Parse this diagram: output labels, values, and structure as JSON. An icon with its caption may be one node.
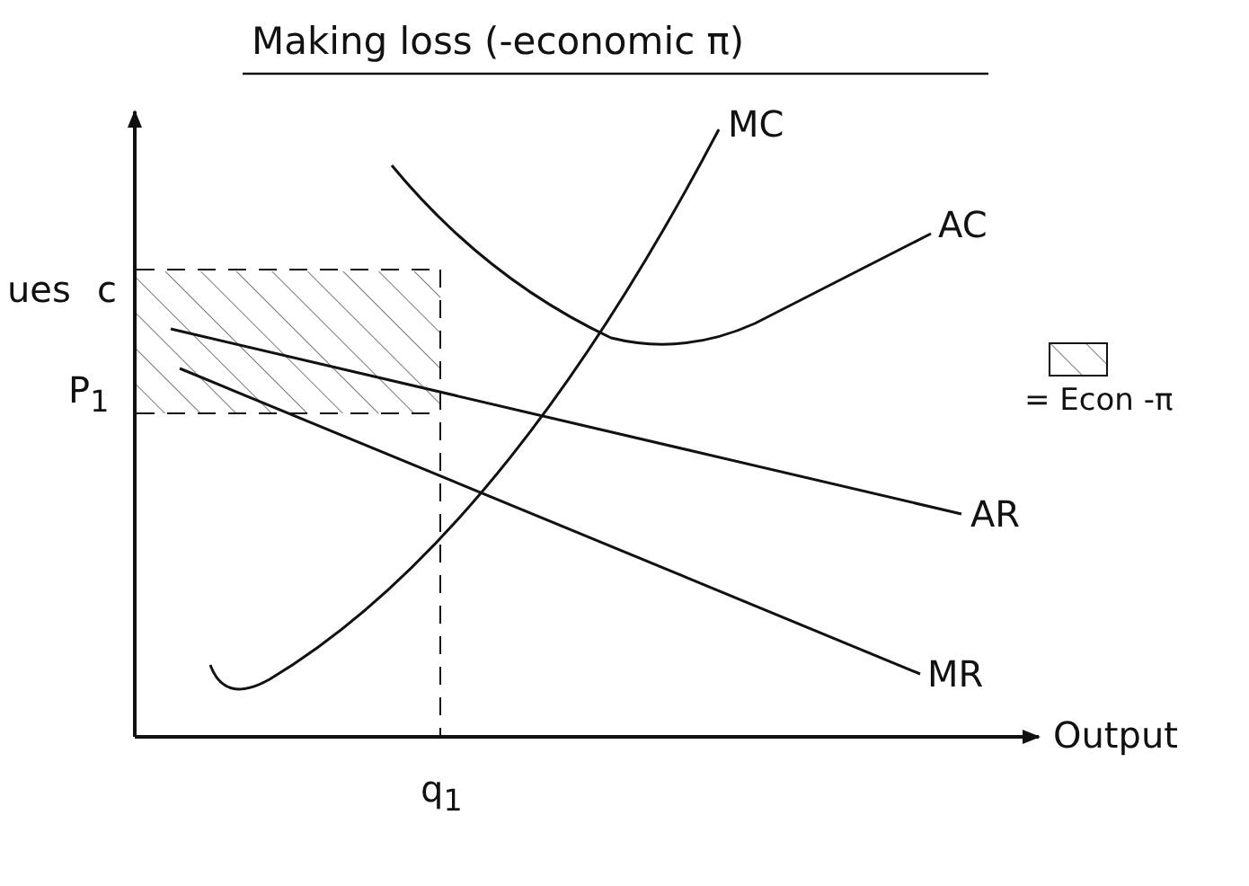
{
  "diagram": {
    "title": "Making loss (-economic π)",
    "labels": [
      "MC",
      "AC",
      "ues",
      "c",
      "P$_{1}$",
      "AR",
      "MR",
      "Output",
      "q$_{1}$"
    ],
    "legend": [
      {
        "text": "= Econ -π"
      }
    ]
  }
}
